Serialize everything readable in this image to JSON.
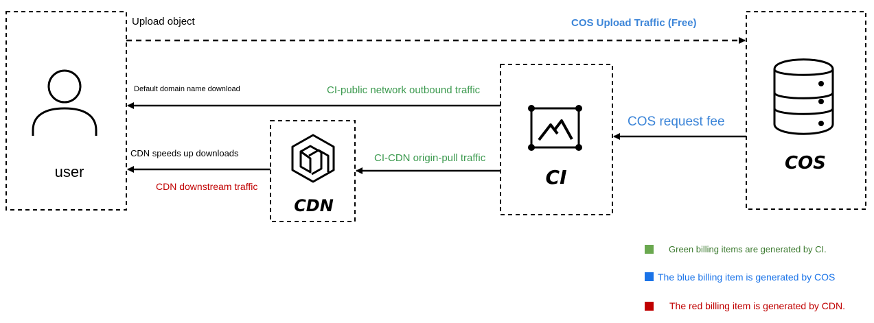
{
  "nodes": {
    "user": {
      "label": "user"
    },
    "cdn": {
      "label": "CDN"
    },
    "ci": {
      "label": "CI"
    },
    "cos": {
      "label": "COS"
    }
  },
  "flows": {
    "upload_object": "Upload object",
    "cos_upload_traffic": "COS Upload Traffic (Free)",
    "default_domain_download": "Default domain name download",
    "ci_public_outbound": "CI-public network outbound traffic",
    "cos_request_fee": "COS request fee",
    "cdn_speeds_up": "CDN speeds up downloads",
    "ci_cdn_origin_pull": "CI-CDN origin-pull traffic",
    "cdn_downstream": "CDN downstream traffic"
  },
  "legend": [
    {
      "color": "#6aa84f",
      "text": "Green billing items are generated by CI."
    },
    {
      "color": "#1a73e8",
      "text": "The blue billing item is generated by COS"
    },
    {
      "color": "#c00000",
      "text": "The red billing item is generated by CDN."
    }
  ],
  "colors": {
    "green": "#3c9a4f",
    "blue": "#3c85d8",
    "red": "#c00000",
    "black": "#000000"
  }
}
